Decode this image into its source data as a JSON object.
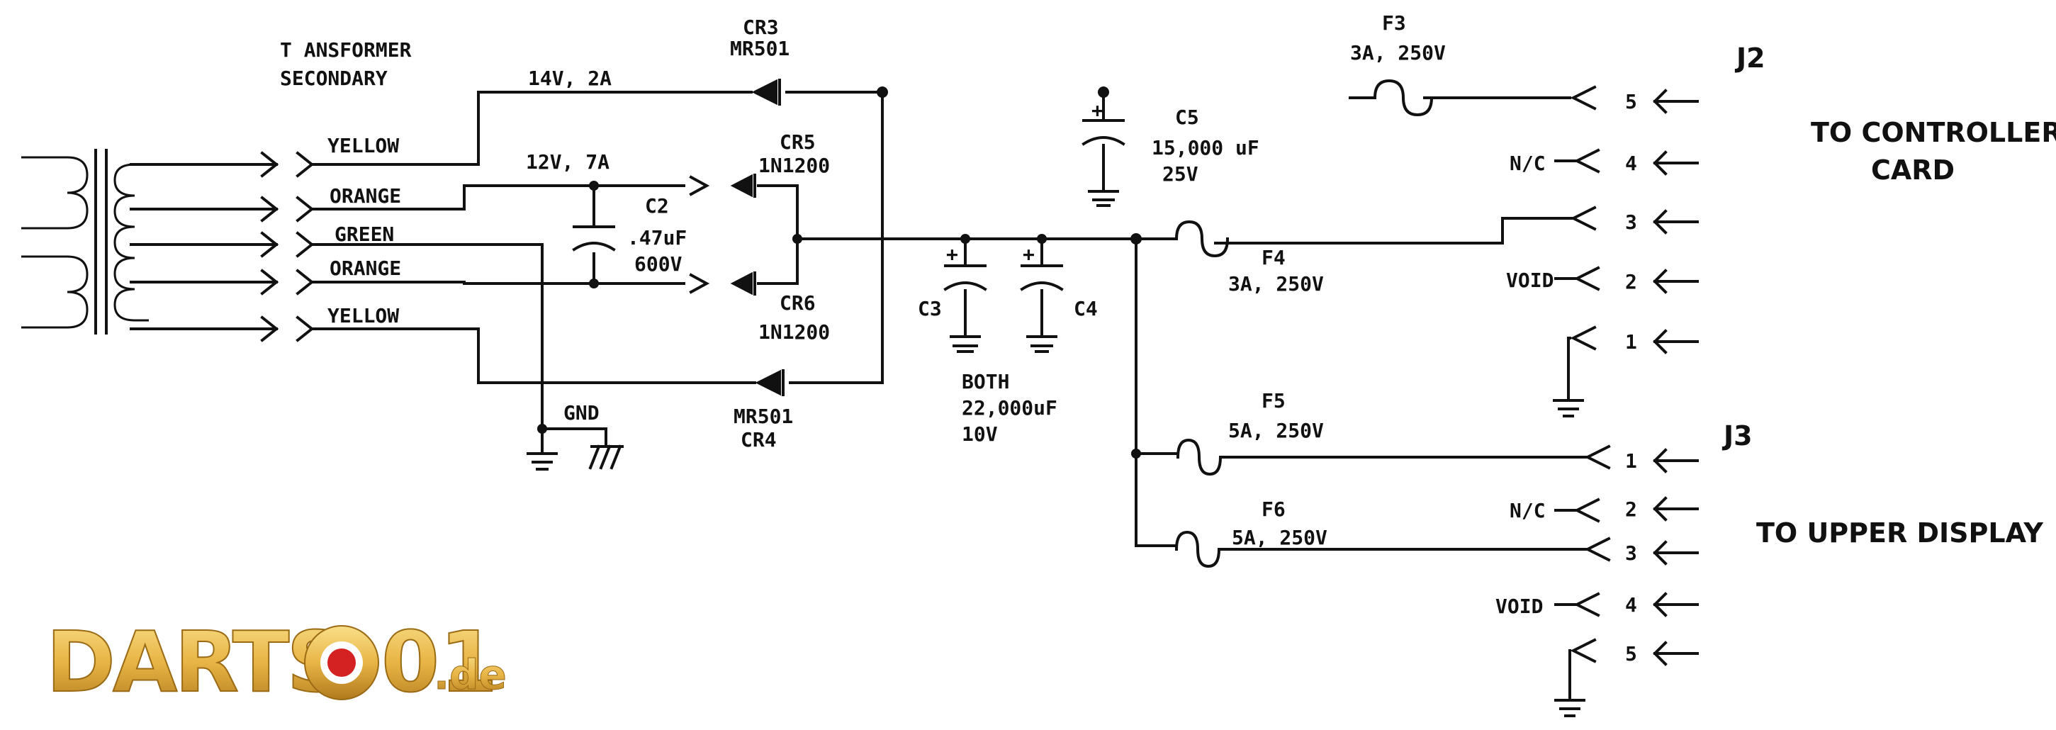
{
  "schematic": {
    "transformer": {
      "title_line1": "T  ANSFORMER",
      "title_line2": "SECONDARY"
    },
    "wires": {
      "yellow_top": "YELLOW",
      "orange_top": "ORANGE",
      "green": "GREEN",
      "orange_bottom": "ORANGE",
      "yellow_bottom": "YELLOW"
    },
    "rails": {
      "v14": "14V, 2A",
      "v12": "12V, 7A"
    },
    "components": {
      "cr3": {
        "ref": "CR3",
        "part": "MR501"
      },
      "cr4": {
        "ref": "CR4",
        "part": "MR501"
      },
      "cr5": {
        "ref": "CR5",
        "part": "1N1200"
      },
      "cr6": {
        "ref": "CR6",
        "part": "1N1200"
      },
      "c2": {
        "ref": "C2",
        "value": ".47uF",
        "voltage": "600V"
      },
      "c3": {
        "ref": "C3"
      },
      "c4": {
        "ref": "C4"
      },
      "c3c4": {
        "note": "BOTH",
        "value": "22,000uF",
        "voltage": "10V"
      },
      "c5": {
        "ref": "C5",
        "value": "15,000 uF",
        "voltage": "25V"
      },
      "f3": {
        "ref": "F3",
        "rating": "3A, 250V"
      },
      "f4": {
        "ref": "F4",
        "rating": "3A, 250V"
      },
      "f5": {
        "ref": "F5",
        "rating": "5A, 250V"
      },
      "f6": {
        "ref": "F6",
        "rating": "5A, 250V"
      },
      "gnd": "GND",
      "cap_plus": "+"
    },
    "j2": {
      "name": "J2",
      "dest_line1": "TO CONTROLLER",
      "dest_line2": "CARD",
      "pins": [
        "5",
        "4",
        "3",
        "2",
        "1"
      ],
      "pin_labels": {
        "nc": "N/C",
        "void": "VOID"
      }
    },
    "j3": {
      "name": "J3",
      "dest": "TO UPPER DISPLAY",
      "pins": [
        "1",
        "2",
        "3",
        "4",
        "5"
      ],
      "pin_labels": {
        "nc": "N/C",
        "void": "VOID"
      }
    }
  },
  "watermark": {
    "brand": "DARTS",
    "number": "01",
    "tld": ".de",
    "colors": {
      "gold": "#e8b546",
      "red": "#d42121"
    }
  }
}
